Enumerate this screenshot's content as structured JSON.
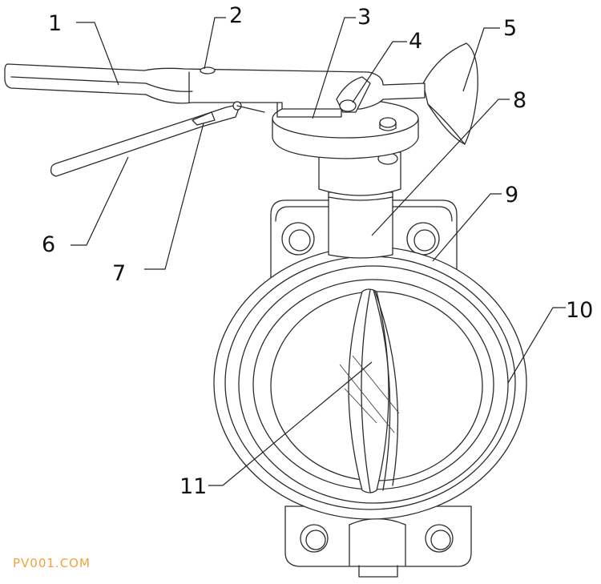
{
  "callouts": [
    {
      "id": "1",
      "label": "1"
    },
    {
      "id": "2",
      "label": "2"
    },
    {
      "id": "3",
      "label": "3"
    },
    {
      "id": "4",
      "label": "4"
    },
    {
      "id": "5",
      "label": "5"
    },
    {
      "id": "6",
      "label": "6"
    },
    {
      "id": "7",
      "label": "7"
    },
    {
      "id": "8",
      "label": "8"
    },
    {
      "id": "9",
      "label": "9"
    },
    {
      "id": "10",
      "label": "10"
    },
    {
      "id": "11",
      "label": "11"
    }
  ],
  "watermark": "PV001.COM",
  "colors": {
    "line": "#2b2b2b",
    "watermark": "#f2a13a",
    "background": "#ffffff"
  }
}
